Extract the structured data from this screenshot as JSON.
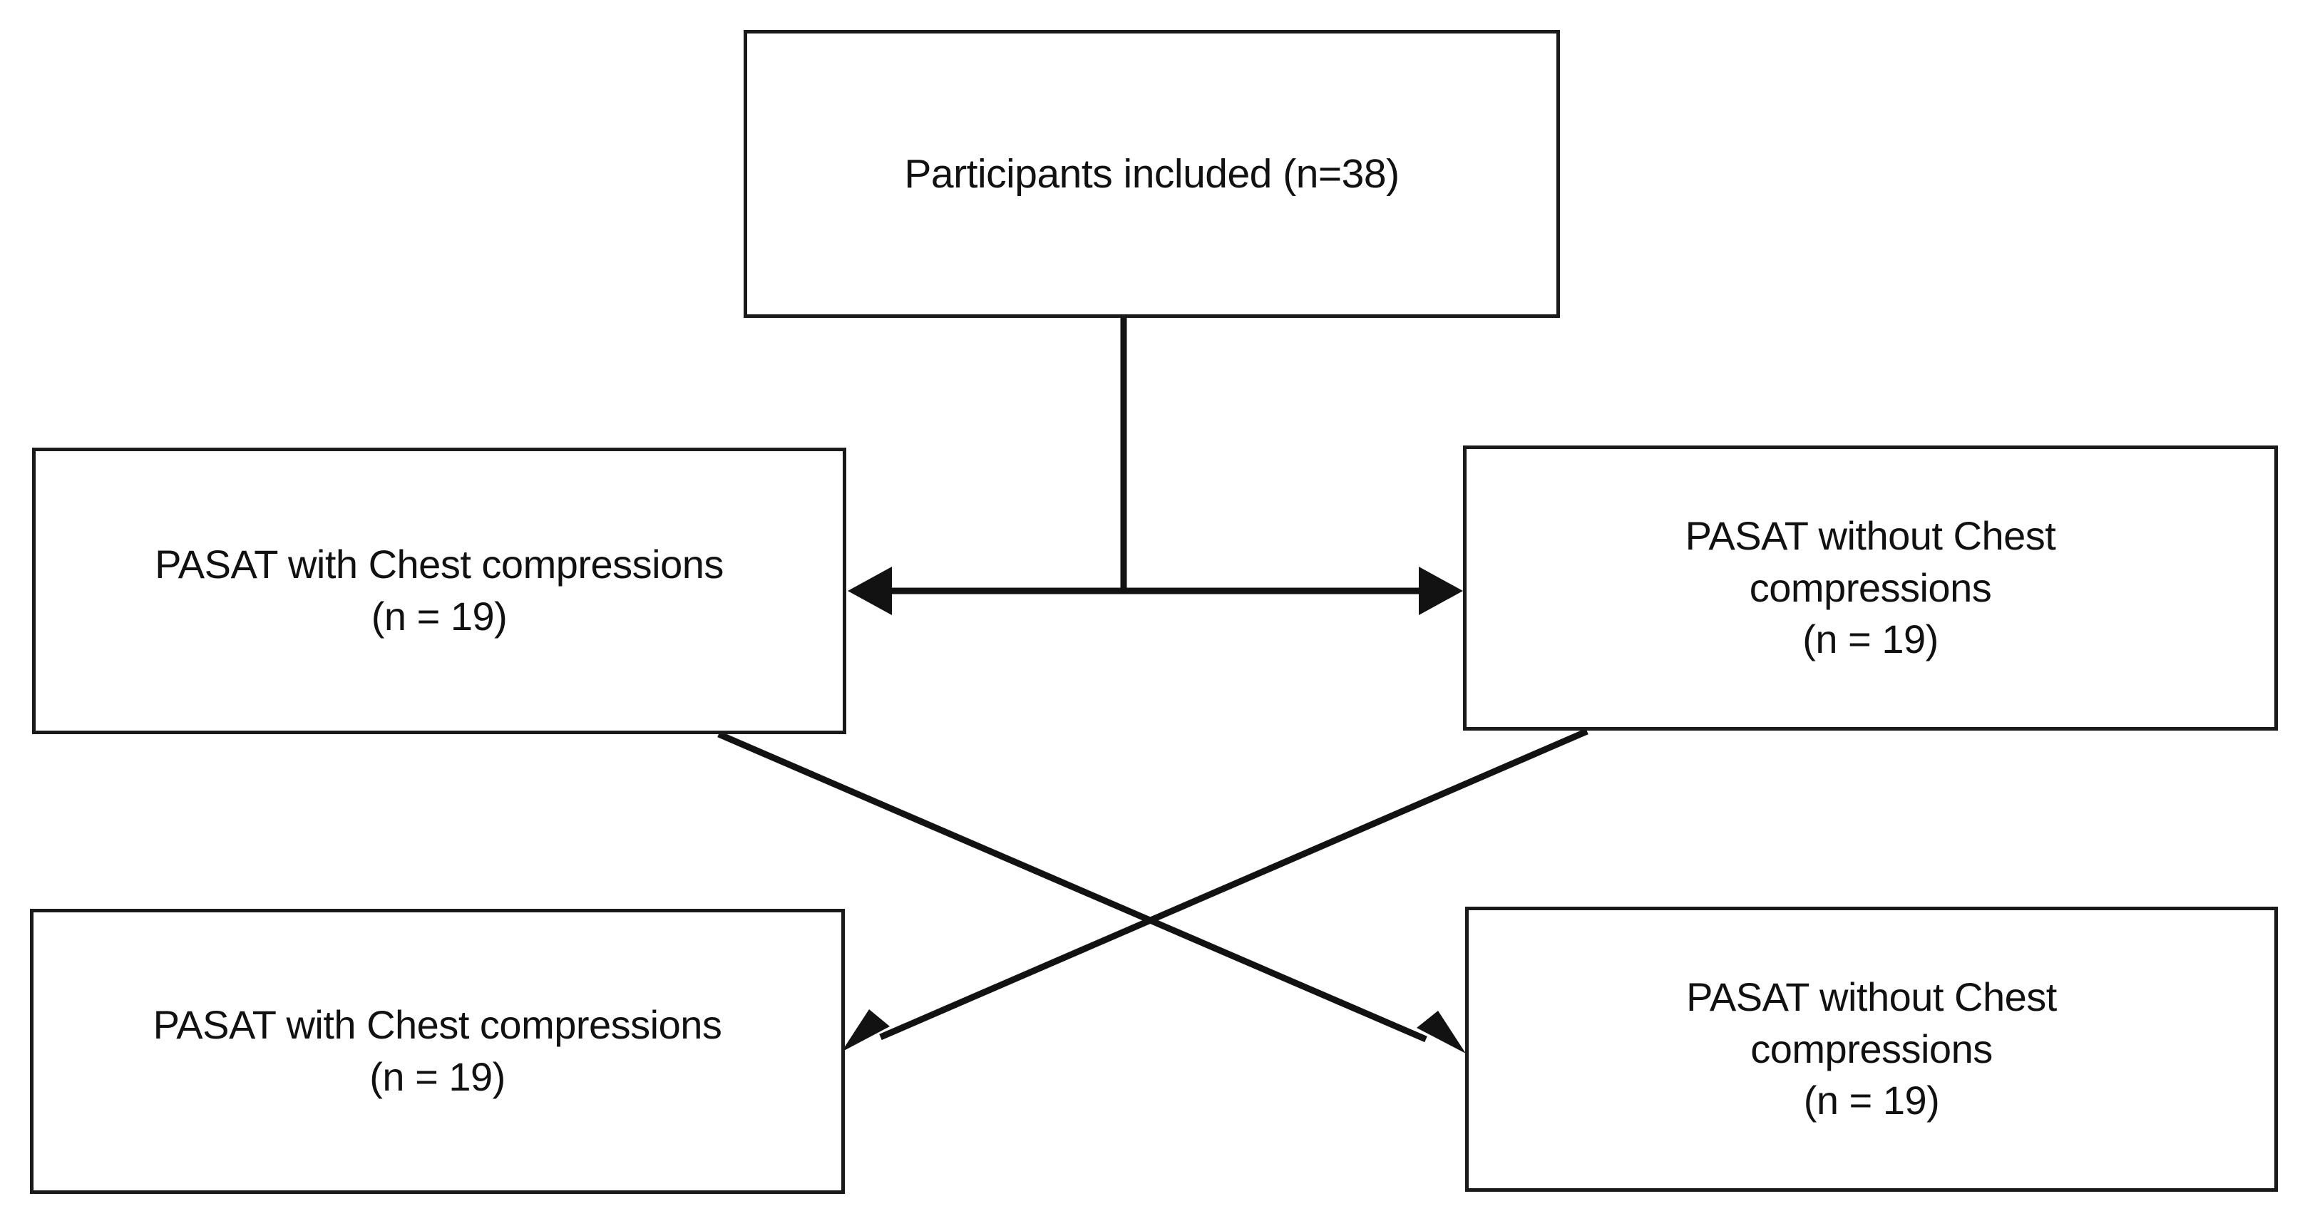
{
  "diagram": {
    "type": "flowchart",
    "title": "PASAT crossover study participant flow",
    "line_color": "#1a1a1a",
    "box_fill": "#ffffff",
    "background": "#ffffff",
    "nodes": [
      {
        "id": "top",
        "name": "participants-included",
        "text": "Participants included (n=38)",
        "count": 38,
        "lines": [
          "Participants included (n=38)"
        ]
      },
      {
        "id": "mid-left",
        "name": "pasat-with-chest-compressions-allocation",
        "text": "PASAT with Chest compressions\n(n = 19)",
        "count": 19,
        "lines": [
          "PASAT with Chest compressions",
          "(n = 19)"
        ]
      },
      {
        "id": "mid-right",
        "name": "pasat-without-chest-compressions-allocation",
        "text": "PASAT without Chest\ncompressions\n(n = 19)",
        "count": 19,
        "lines": [
          "PASAT without Chest",
          "compressions",
          "(n = 19)"
        ]
      },
      {
        "id": "bot-left",
        "name": "pasat-with-chest-compressions-crossover",
        "text": "PASAT with Chest compressions\n(n = 19)",
        "count": 19,
        "lines": [
          "PASAT with Chest compressions",
          "(n = 19)"
        ]
      },
      {
        "id": "bot-right",
        "name": "pasat-without-chest-compressions-crossover",
        "text": "PASAT without Chest\ncompressions\n(n = 19)",
        "count": 19,
        "lines": [
          "PASAT without Chest",
          "compressions",
          "(n = 19)"
        ]
      }
    ],
    "connectors": [
      {
        "id": "trunk",
        "name": "allocation-trunk-line",
        "from": "top",
        "to": "allocation-split",
        "style": "plain-line",
        "arrowheads": "none"
      },
      {
        "id": "allocation-split",
        "name": "allocation-double-arrow",
        "from": "mid-left",
        "to": "mid-right",
        "style": "horizontal-line",
        "arrowheads": "both"
      },
      {
        "id": "crossover-left-to-right",
        "name": "crossover-arrow-left-to-bottom-right",
        "from": "mid-left",
        "to": "bot-right",
        "style": "diagonal-line",
        "arrowheads": "end"
      },
      {
        "id": "crossover-right-to-left",
        "name": "crossover-arrow-right-to-bottom-left",
        "from": "mid-right",
        "to": "bot-left",
        "style": "diagonal-line",
        "arrowheads": "end"
      }
    ]
  }
}
